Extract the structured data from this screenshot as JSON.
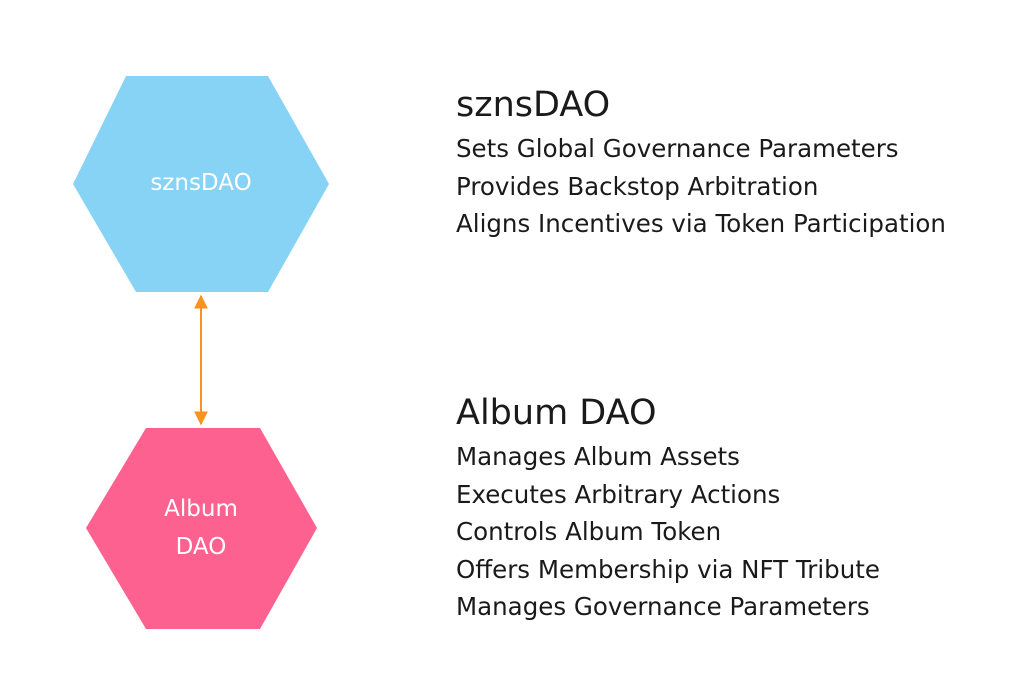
{
  "nodes": {
    "top": {
      "label": "sznsDAO",
      "fill": "#87d3f5"
    },
    "bottom": {
      "label_lines": [
        "Album",
        "DAO"
      ],
      "fill": "#fd6190"
    }
  },
  "connector": {
    "color": "#f7931e",
    "bidirectional": true
  },
  "sections": [
    {
      "title": "sznsDAO",
      "items": [
        "Sets Global Governance Parameters",
        "Provides Backstop Arbitration",
        "Aligns Incentives via Token Participation"
      ]
    },
    {
      "title": "Album DAO",
      "items": [
        "Manages Album Assets",
        "Executes Arbitrary Actions",
        "Controls Album Token",
        "Offers Membership via NFT Tribute",
        "Manages Governance Parameters"
      ]
    }
  ]
}
